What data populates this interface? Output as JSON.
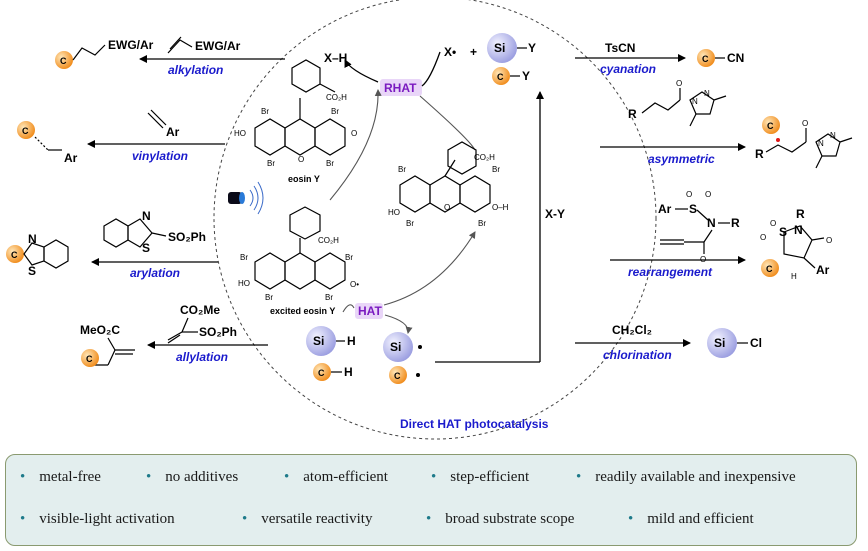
{
  "center": {
    "title": "Direct HAT photocatalysis",
    "rhat": "RHAT",
    "hat": "HAT",
    "eosin_label": "eosin Y",
    "excited_label": "excited eosin Y",
    "xh": "X–H",
    "xdot": "X•",
    "plus": "+",
    "xy": "X-Y",
    "si": "Si",
    "c": "C",
    "y": "Y",
    "h": "H"
  },
  "left": {
    "alkylation": {
      "reagent": "EWG/Ar",
      "product": "EWG/Ar",
      "label": "alkylation"
    },
    "vinylation": {
      "reagent": "Ar",
      "product": "Ar",
      "label": "vinylation"
    },
    "arylation": {
      "reagent": "SO₂Ph",
      "product_atoms": [
        "N",
        "S"
      ],
      "label": "arylation"
    },
    "allylation": {
      "reagent_top": "CO₂Me",
      "reagent": "SO₂Ph",
      "product": "MeO₂C",
      "label": "allylation"
    }
  },
  "right": {
    "cyanation": {
      "reagent": "TsCN",
      "product": "CN",
      "label": "cyanation"
    },
    "asymmetric": {
      "reagent": "R",
      "product": "R",
      "label": "asymmetric"
    },
    "rearrangement": {
      "reagent": "Ar",
      "reagent2": "R",
      "product_r": "R",
      "product_ar": "Ar",
      "label": "rearrangement"
    },
    "chlorination": {
      "reagent": "CH₂Cl₂",
      "product": "Cl",
      "label": "chlorination"
    }
  },
  "features": {
    "row1": [
      "metal-free",
      "no additives",
      "atom-efficient",
      "step-efficient",
      "readily available and inexpensive"
    ],
    "row2": [
      "visible-light activation",
      "versatile reactivity",
      "broad substrate scope",
      "mild and efficient"
    ],
    "bullet": "•"
  },
  "colors": {
    "c_ball": "#f59a2a",
    "si_ball": "#b4b6ea",
    "label_blue": "#1a1acc",
    "panel_bg": "#e3eeee",
    "panel_border": "#8a9a70",
    "hat_box": "#e9d6f8"
  }
}
